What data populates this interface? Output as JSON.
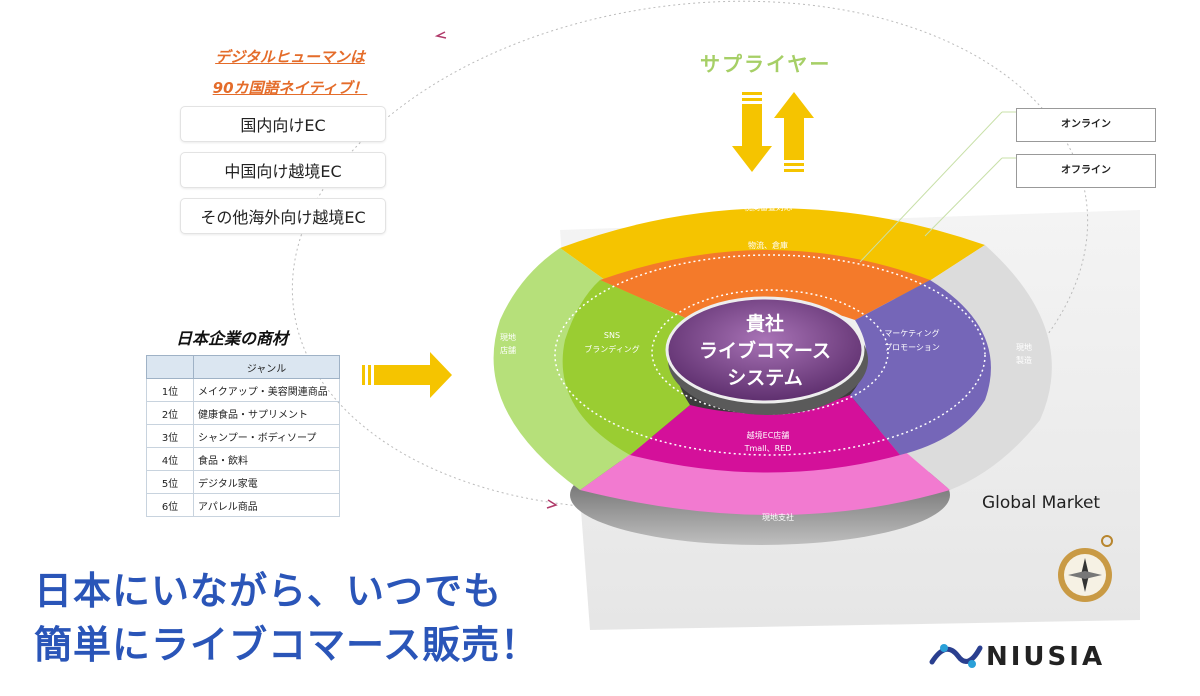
{
  "tagline": [
    "デジタルヒューマンは",
    "90カ国語ネイティブ！"
  ],
  "ec_types": [
    "国内向けEC",
    "中国向け越境EC",
    "その他海外向け越境EC"
  ],
  "products": {
    "title": "日本企業の商材",
    "header": "ジャンル",
    "rows": [
      {
        "rank": "1位",
        "genre": "メイクアップ・美容関連商品"
      },
      {
        "rank": "2位",
        "genre": "健康食品・サプリメント"
      },
      {
        "rank": "3位",
        "genre": "シャンプー・ボディソープ"
      },
      {
        "rank": "4位",
        "genre": "食品・飲料"
      },
      {
        "rank": "5位",
        "genre": "デジタル家電"
      },
      {
        "rank": "6位",
        "genre": "アパレル商品"
      }
    ]
  },
  "headline": [
    "日本にいながら、いつでも",
    "簡単にライブコマース販売！"
  ],
  "supplier": "サプライヤー",
  "labels": {
    "online": "オンライン",
    "offline": "オフライン"
  },
  "wheel": {
    "center": [
      "貴社",
      "ライブコマース",
      "システム"
    ],
    "top_outer": "税関審査対応",
    "top_inner": "物流、倉庫",
    "left_outer": [
      "現地",
      "店舗"
    ],
    "left_inner": [
      "SNS",
      "ブランディング"
    ],
    "right_inner": [
      "マーケティング",
      "プロモーション"
    ],
    "right_outer": [
      "現地",
      "製造"
    ],
    "bottom_inner": [
      "越境EC店舗",
      "Tmall、RED"
    ],
    "bottom_outer": "現地支社"
  },
  "global_market": "Global Market",
  "logo": "NIUSIA",
  "colors": {
    "accent": "#2a55b8",
    "tagline": "#e46c2a",
    "arrow": "#f5c400",
    "supplier": "#a6cf66"
  }
}
